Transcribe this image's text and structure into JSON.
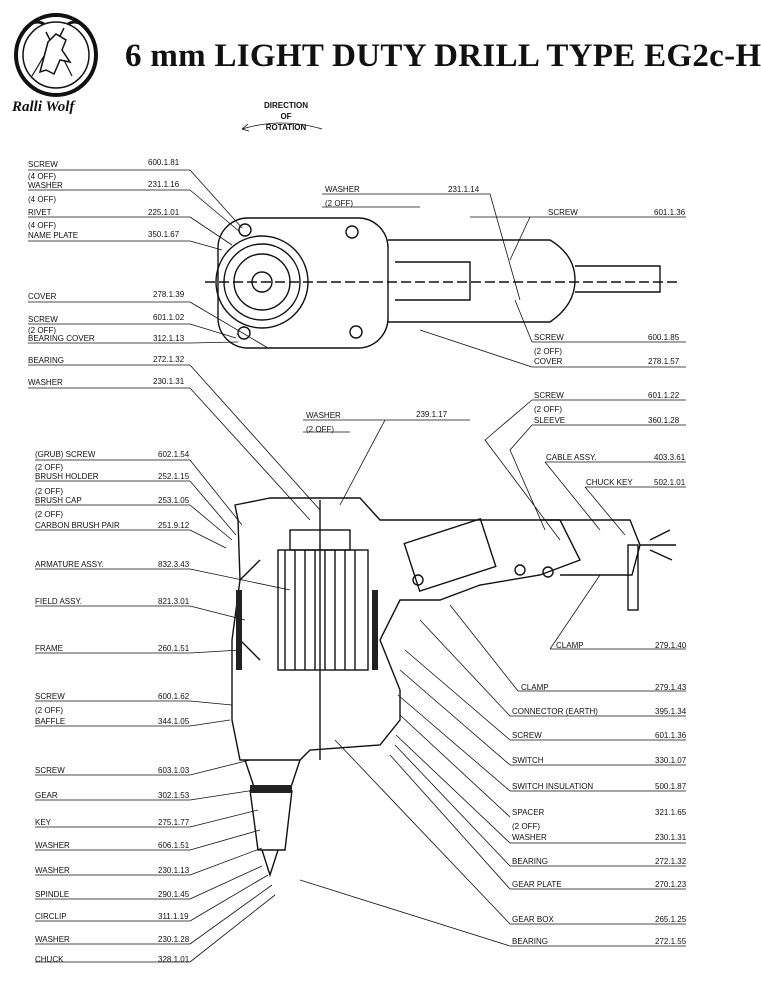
{
  "title": "6 mm LIGHT DUTY DRILL TYPE EG2c-H",
  "brand": "Ralli Wolf",
  "rotation": [
    "DIRECTION",
    "OF",
    "ROTATION"
  ],
  "parts_left": [
    {
      "name": "SCREW",
      "part_no": "600.1.81"
    },
    {
      "name": "WASHER",
      "part_no": "231.1.16",
      "qty": "(4 OFF)"
    },
    {
      "name": "RIVET",
      "part_no": "225.1.01",
      "qty": "(4 OFF)"
    },
    {
      "name": "NAME PLATE",
      "part_no": "350.1.67",
      "qty": "(4 OFF)"
    },
    {
      "name": "COVER",
      "part_no": "278.1.39"
    },
    {
      "name": "SCREW",
      "part_no": "601.1.02"
    },
    {
      "name": "BEARING COVER",
      "part_no": "312.1.13",
      "qty": "(2 OFF)"
    },
    {
      "name": "BEARING",
      "part_no": "272.1.32"
    },
    {
      "name": "WASHER",
      "part_no": "230.1.31"
    },
    {
      "name": "(GRUB) SCREW",
      "part_no": "602.1.54"
    },
    {
      "name": "BRUSH HOLDER",
      "part_no": "252.1.15",
      "qty": "(2 OFF)"
    },
    {
      "name": "BRUSH CAP",
      "part_no": "253.1.05",
      "qty": "(2 OFF)"
    },
    {
      "name": "CARBON BRUSH PAIR",
      "part_no": "251.9.12",
      "qty": "(2 OFF)"
    },
    {
      "name": "ARMATURE ASSY.",
      "part_no": "832.3.43"
    },
    {
      "name": "FIELD ASSY.",
      "part_no": "821.3.01"
    },
    {
      "name": "FRAME",
      "part_no": "260.1.51"
    },
    {
      "name": "SCREW",
      "part_no": "600.1.62"
    },
    {
      "name": "BAFFLE",
      "part_no": "344.1.05",
      "qty": "(2 OFF)"
    },
    {
      "name": "SCREW",
      "part_no": "603.1.03"
    },
    {
      "name": "GEAR",
      "part_no": "302.1.53"
    },
    {
      "name": "KEY",
      "part_no": "275.1.77"
    },
    {
      "name": "WASHER",
      "part_no": "606.1.51"
    },
    {
      "name": "WASHER",
      "part_no": "230.1.13"
    },
    {
      "name": "SPINDLE",
      "part_no": "290.1.45"
    },
    {
      "name": "CIRCLIP",
      "part_no": "311.1.19"
    },
    {
      "name": "WASHER",
      "part_no": "230.1.28"
    },
    {
      "name": "CHUCK",
      "part_no": "328.1.01"
    }
  ],
  "parts_top": [
    {
      "name": "WASHER",
      "part_no": "231.1.14",
      "qty": "(2 OFF)"
    },
    {
      "name": "SCREW",
      "part_no": "601.1.36"
    },
    {
      "name": "SCREW",
      "part_no": "600.1.85"
    },
    {
      "name": "COVER",
      "part_no": "278.1.57",
      "qty": "(2 OFF)"
    },
    {
      "name": "WASHER",
      "part_no": "239.1.17",
      "qty": "(2 OFF)"
    }
  ],
  "parts_right": [
    {
      "name": "SCREW",
      "part_no": "601.1.22"
    },
    {
      "name": "SLEEVE",
      "part_no": "360.1.28",
      "qty": "(2 OFF)"
    },
    {
      "name": "CABLE ASSY.",
      "part_no": "403.3.61"
    },
    {
      "name": "CHUCK KEY",
      "part_no": "502.1.01"
    },
    {
      "name": "CLAMP",
      "part_no": "279.1.40"
    },
    {
      "name": "CLAMP",
      "part_no": "279.1.43"
    },
    {
      "name": "CONNECTOR (EARTH)",
      "part_no": "395.1.34"
    },
    {
      "name": "SCREW",
      "part_no": "601.1.36"
    },
    {
      "name": "SWITCH",
      "part_no": "330.1.07"
    },
    {
      "name": "SWITCH INSULATION",
      "part_no": "500.1.87"
    },
    {
      "name": "SPACER",
      "part_no": "321.1.65"
    },
    {
      "name": "WASHER",
      "part_no": "230.1.31",
      "qty": "(2 OFF)"
    },
    {
      "name": "BEARING",
      "part_no": "272.1.32"
    },
    {
      "name": "GEAR PLATE",
      "part_no": "270.1.23"
    },
    {
      "name": "GEAR BOX",
      "part_no": "265.1.25"
    },
    {
      "name": "BEARING",
      "part_no": "272.1.55"
    }
  ]
}
